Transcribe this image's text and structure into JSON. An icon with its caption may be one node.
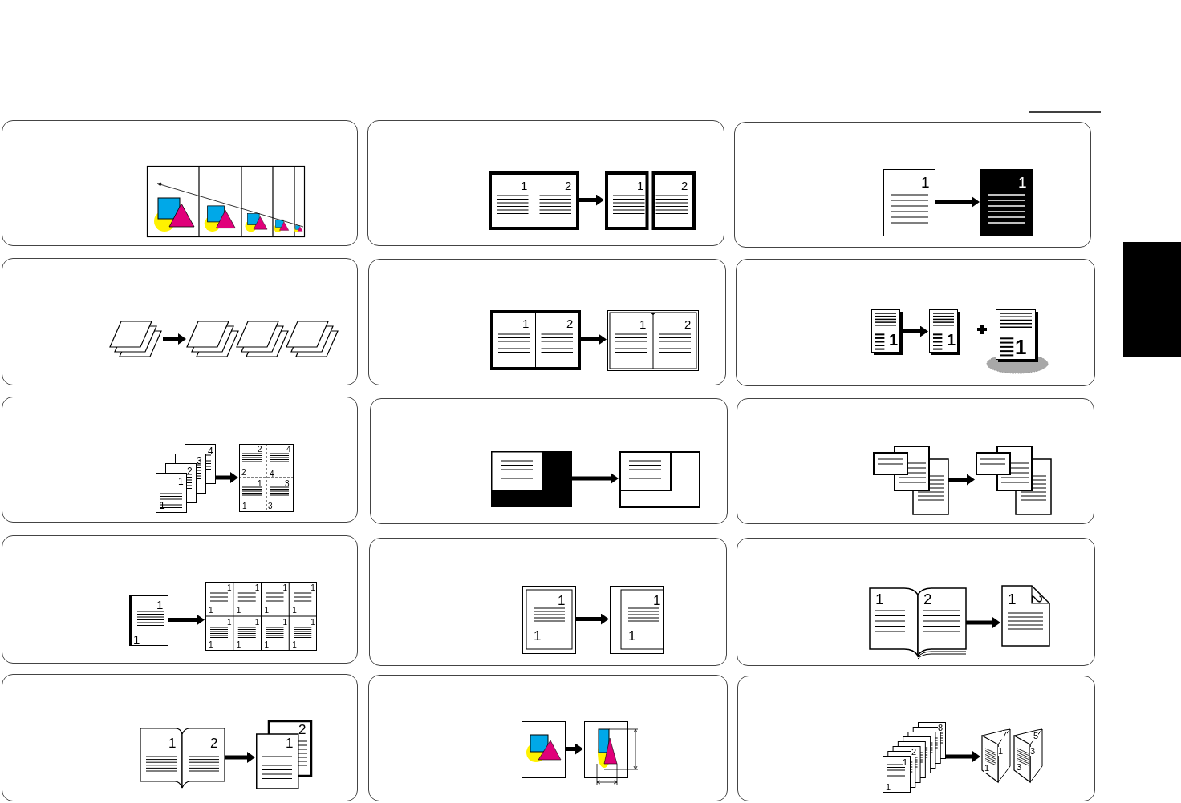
{
  "diagram": {
    "nodes": [
      {
        "text": [],
        "shape": "box"
      },
      {
        "text": [],
        "shape": "box"
      },
      {
        "text": [
          "1",
          "2"
        ],
        "in": 1
      },
      {
        "text": [
          "1",
          "2"
        ],
        "in": 1
      },
      {
        "text": [],
        "shape": "box"
      },
      {
        "text": [
          "1"
        ],
        "in": 4
      },
      {
        "text": [
          "1"
        ],
        "in": 4
      },
      {
        "text": [],
        "shape": "box"
      },
      {
        "text": [],
        "shape": "picture",
        "in": 7
      },
      {
        "text": [],
        "shape": "picture",
        "in": 7
      },
      {
        "text": [],
        "shape": "box"
      },
      {
        "text": [
          "1",
          "2"
        ],
        "in": 10
      },
      {
        "text": [
          "1",
          "2"
        ],
        "in": 10
      },
      {
        "text": [],
        "shape": "box"
      },
      {
        "text": [
          "1"
        ],
        "in": 13
      },
      {
        "text": [
          "1"
        ],
        "in": 13
      },
      {
        "text": [
          "1"
        ],
        "in": 13
      },
      {
        "text": [],
        "shape": "box"
      },
      {
        "text": [
          "4",
          "3",
          "2",
          "1",
          "1"
        ],
        "in": 17
      },
      {
        "text": [
          "2",
          "4",
          "2",
          "4",
          "1",
          "3",
          "1",
          "3"
        ],
        "in": 17
      },
      {
        "text": [],
        "shape": "box"
      },
      {
        "text": [],
        "shape": "picture",
        "in": 20
      },
      {
        "text": [],
        "shape": "picture",
        "in": 20
      },
      {
        "text": [],
        "shape": "box"
      },
      {
        "text": [],
        "shape": "picture",
        "in": 23
      },
      {
        "text": [],
        "shape": "picture",
        "in": 23
      },
      {
        "text": [],
        "shape": "box"
      },
      {
        "text": [
          "1",
          "1"
        ],
        "in": 26
      },
      {
        "text": [
          "1",
          "1",
          "1",
          "1",
          "1",
          "1",
          "1",
          "1",
          "1",
          "1",
          "1",
          "1",
          "1",
          "1",
          "1",
          "1"
        ],
        "in": 26
      },
      {
        "text": [],
        "shape": "box"
      },
      {
        "text": [
          "1",
          "1"
        ],
        "in": 29
      },
      {
        "text": [
          "1",
          "1"
        ],
        "in": 29
      },
      {
        "text": [],
        "shape": "box"
      },
      {
        "text": [
          "1",
          "2"
        ],
        "in": 32
      },
      {
        "text": [
          "1",
          "2"
        ],
        "in": 32
      },
      {
        "text": [],
        "shape": "box"
      },
      {
        "text": [
          "1",
          "2"
        ],
        "in": 35
      },
      {
        "text": [
          "2",
          "1"
        ],
        "in": 35
      },
      {
        "text": [],
        "shape": "box"
      },
      {
        "text": [],
        "shape": "picture",
        "in": 38
      },
      {
        "text": [],
        "shape": "picture",
        "in": 38
      },
      {
        "text": [],
        "shape": "box"
      },
      {
        "text": [
          "8",
          "2",
          "1",
          "1"
        ],
        "in": 41
      },
      {
        "text": [
          "7",
          "1",
          "1",
          "5",
          "3",
          "3"
        ],
        "in": 41
      },
      {
        "text": [],
        "shape": "bar"
      }
    ],
    "edges": [
      {
        "from": 2,
        "to": 3,
        "arrow": "to"
      },
      {
        "from": 5,
        "to": 6,
        "arrow": "to"
      },
      {
        "from": 8,
        "to": 9,
        "arrow": "to"
      },
      {
        "from": 11,
        "to": 12,
        "arrow": "to"
      },
      {
        "from": 14,
        "to": 15,
        "arrow": "to"
      },
      {
        "from": 18,
        "to": 19,
        "arrow": "to"
      },
      {
        "from": 21,
        "to": 22,
        "arrow": "to"
      },
      {
        "from": 24,
        "to": 25,
        "arrow": "to"
      },
      {
        "from": 27,
        "to": 28,
        "arrow": "to"
      },
      {
        "from": 30,
        "to": 31,
        "arrow": "to"
      },
      {
        "from": 33,
        "to": 34,
        "arrow": "to"
      },
      {
        "from": 36,
        "to": 37,
        "arrow": "to"
      },
      {
        "from": 39,
        "to": 40,
        "arrow": "to"
      },
      {
        "from": 42,
        "to": 43,
        "arrow": "to"
      }
    ]
  }
}
